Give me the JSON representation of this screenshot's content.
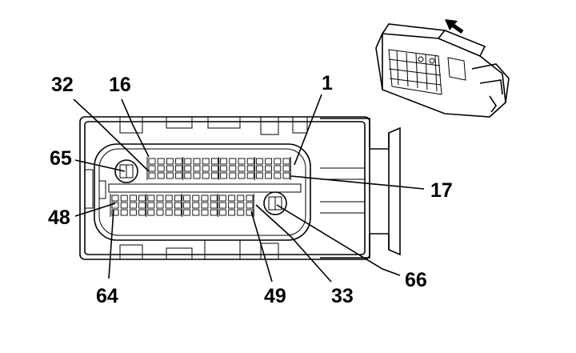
{
  "diagram": {
    "pin_labels": [
      "32",
      "16",
      "1",
      "65",
      "17",
      "48",
      "66",
      "64",
      "49",
      "33"
    ],
    "inset_view": "connector-3d-view",
    "arrow_icon": "arrow-up-left-icon"
  }
}
